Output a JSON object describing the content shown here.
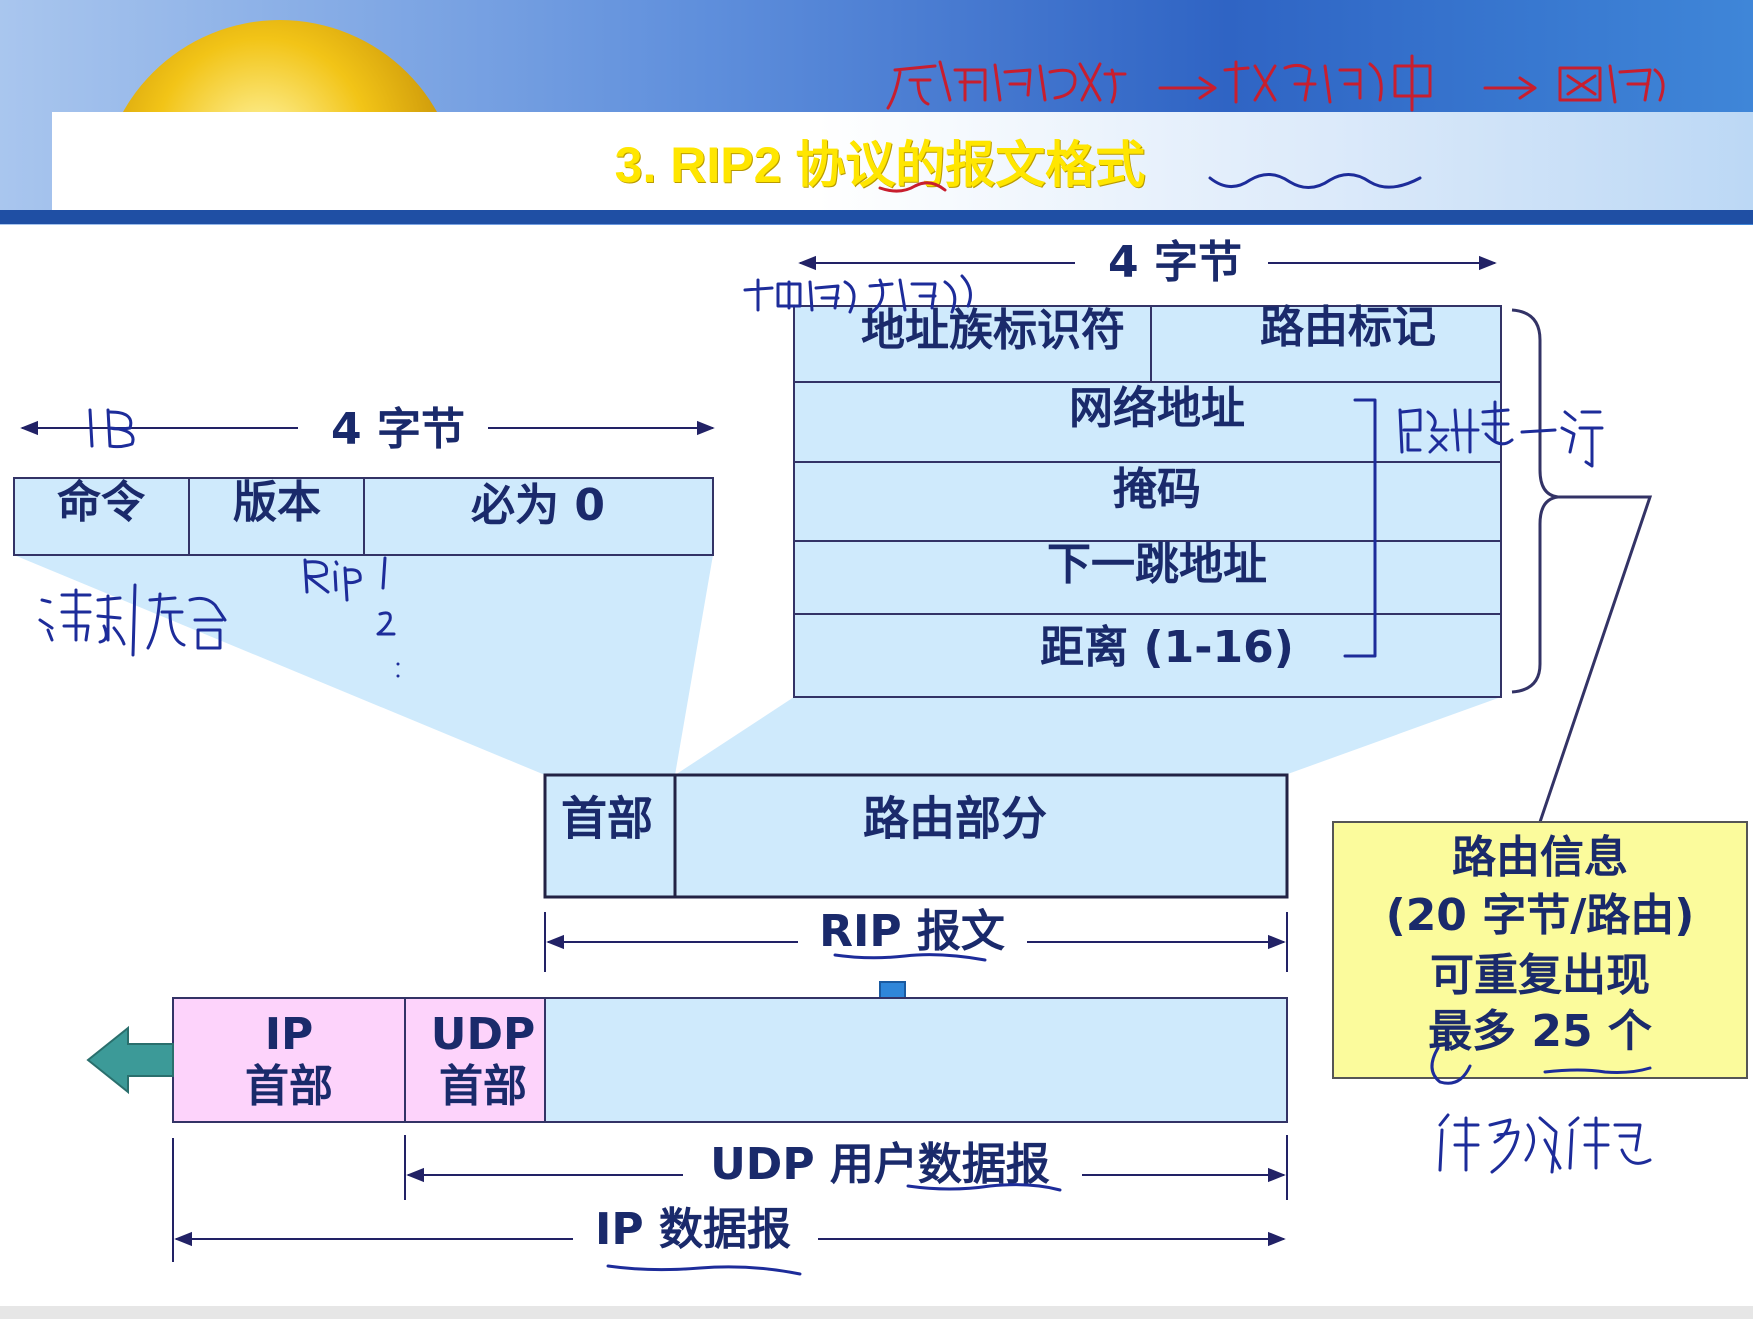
{
  "title": "3. RIP2 协议的报文格式",
  "left_header": {
    "bytes_label": "4 字节",
    "fields": [
      "命令",
      "版本",
      "必为 0"
    ]
  },
  "right_entry": {
    "bytes_label": "4 字节",
    "row1": [
      "地址族标识符",
      "路由标记"
    ],
    "rows": [
      "网络地址",
      "掩码",
      "下一跳地址",
      "距离 (1-16)"
    ]
  },
  "rip_message": {
    "header": "首部",
    "routing": "路由部分",
    "label": "RIP 报文"
  },
  "packet": {
    "ip_header": [
      "IP",
      "首部"
    ],
    "udp_header": [
      "UDP",
      "首部"
    ],
    "udp_label": "UDP 用户数据报",
    "ip_label": "IP 数据报"
  },
  "info_box": [
    "路由信息",
    "(20 字节/路由)",
    "可重复出现",
    "最多 25 个"
  ],
  "colors": {
    "cell_fill": "#cfeafc",
    "ip_fill": "#fdd3fb",
    "info_fill": "#fbfb9c",
    "line": "#222266",
    "text": "#1a2a6b"
  }
}
